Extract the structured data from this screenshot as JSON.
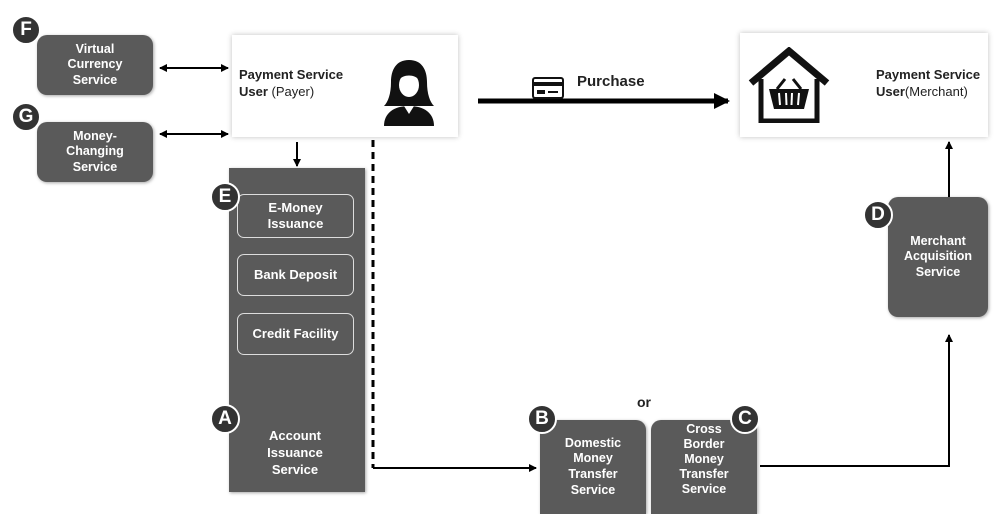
{
  "payer": {
    "title": "Payment Service",
    "role_prefix": "User",
    "role_paren": "(Payer)"
  },
  "merchant": {
    "title": "Payment Service",
    "role_prefix": "User",
    "role_paren": "(Merchant)"
  },
  "purchase_label": "Purchase",
  "or_label": "or",
  "services": {
    "F": {
      "badge": "F",
      "label": "Virtual\nCurrency\nService"
    },
    "G": {
      "badge": "G",
      "label": "Money-\nChanging\nService"
    },
    "E": {
      "badge": "E",
      "label": "E-Money\nIssuance"
    },
    "bank_deposit": {
      "label": "Bank Deposit"
    },
    "credit_facility": {
      "label": "Credit Facility"
    },
    "A": {
      "badge": "A",
      "label": "Account\nIssuance\nService"
    },
    "B": {
      "badge": "B",
      "label": "Domestic\nMoney\nTransfer\nService"
    },
    "C": {
      "badge": "C",
      "label": "Cross\nBorder\nMoney\nTransfer\nService"
    },
    "D": {
      "badge": "D",
      "label": "Merchant\nAcquisition\nService"
    }
  },
  "icons": {
    "person": "woman-user-icon",
    "card": "credit-card-icon",
    "store": "store-basket-icon"
  },
  "colors": {
    "box_fill": "#5a5a5a",
    "badge_fill": "#333333",
    "line": "#000000"
  }
}
